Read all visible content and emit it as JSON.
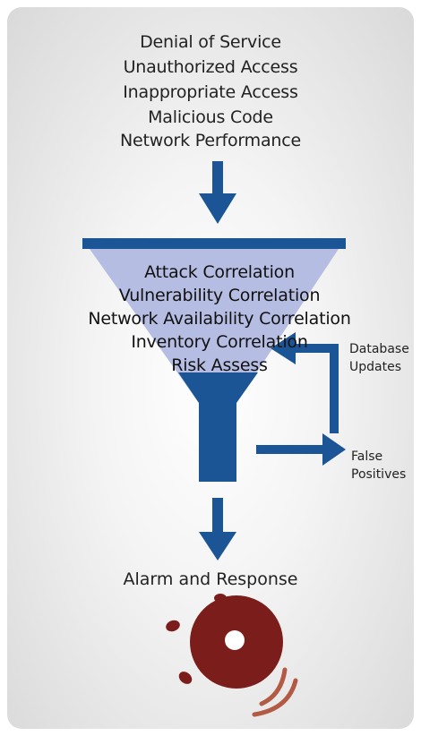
{
  "threats": [
    "Denial of Service",
    "Unauthorized Access",
    "Inappropriate Access",
    "Malicious Code",
    "Network Performance"
  ],
  "correlations": [
    "Attack Correlation",
    "Vulnerability Correlation",
    "Network Availability Correlation",
    "Inventory Correlation",
    "Risk Assess"
  ],
  "feedback": {
    "database_updates": [
      "Database",
      "Updates"
    ],
    "false_positives": [
      "False",
      "Positives"
    ]
  },
  "output": {
    "label": "Alarm and Response"
  },
  "colors": {
    "arrow_blue": "#1b5596",
    "funnel_fill": "#b6bde3",
    "alarm_red": "#7b1e1b",
    "sound_waves": "#b35a45"
  },
  "icons": {
    "alarm": "alarm-bell-icon"
  }
}
